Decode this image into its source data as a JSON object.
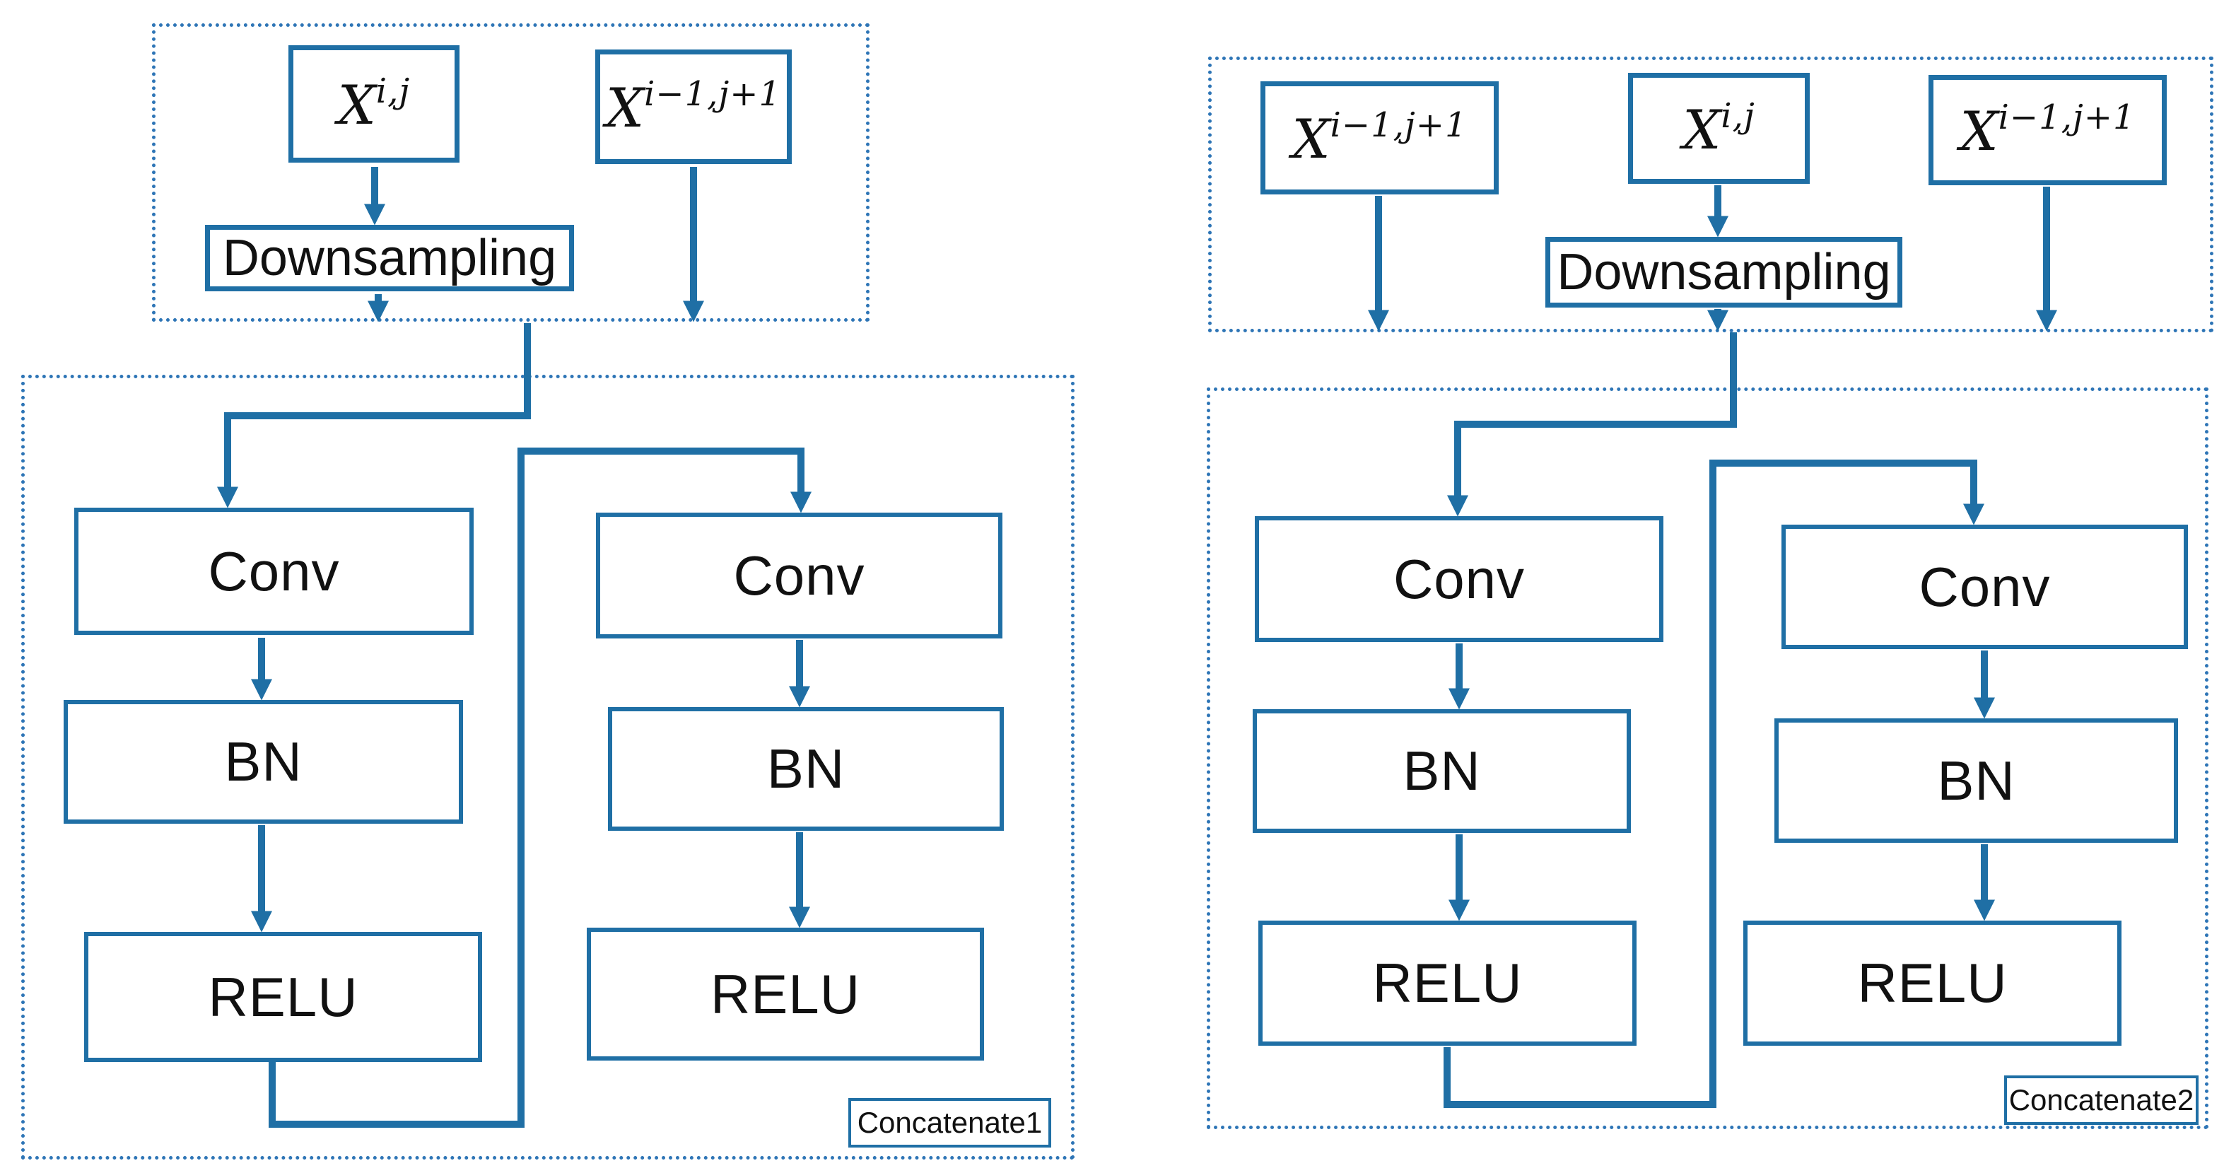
{
  "colors": {
    "background": "#ffffff",
    "line": "#1f6fa5",
    "box_border": "#1f6fa5",
    "dotted_border": "#2e75b6",
    "text": "#111111"
  },
  "diagrams": [
    {
      "input_boxes": [
        {
          "base": "X",
          "sup": "i,j"
        },
        {
          "base": "X",
          "sup": "i−1,j+1"
        }
      ],
      "downsampling_label": "Downsampling",
      "branches": [
        {
          "conv": "Conv",
          "bn": "BN",
          "relu": "RELU"
        },
        {
          "conv": "Conv",
          "bn": "BN",
          "relu": "RELU"
        }
      ],
      "concat_label": "Concatenate1"
    },
    {
      "input_boxes": [
        {
          "base": "X",
          "sup": "i−1,j+1"
        },
        {
          "base": "X",
          "sup": "i,j"
        },
        {
          "base": "X",
          "sup": "i−1,j+1"
        }
      ],
      "downsampling_label": "Downsampling",
      "branches": [
        {
          "conv": "Conv",
          "bn": "BN",
          "relu": "RELU"
        },
        {
          "conv": "Conv",
          "bn": "BN",
          "relu": "RELU"
        }
      ],
      "concat_label": "Concatenate2"
    }
  ]
}
